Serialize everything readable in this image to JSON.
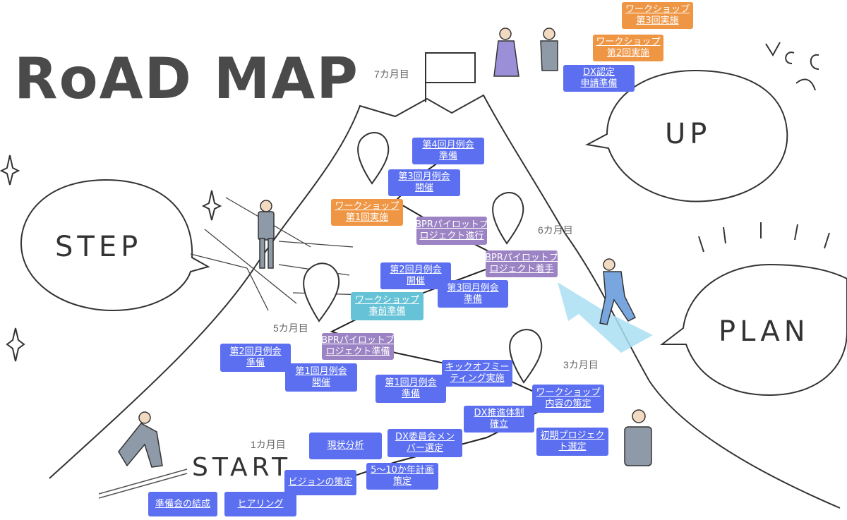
{
  "title": "RoAD MAP",
  "bubbles": {
    "step": "STEP",
    "up": "UP",
    "plan": "PLAN",
    "start": "START"
  },
  "months": {
    "m1": "1カ月目",
    "m3": "3カ月目",
    "m5": "5カ月目",
    "m6": "6カ月目",
    "m7": "7カ月目"
  },
  "colors": {
    "blue": "#5b6ff0",
    "orange": "#ef9645",
    "purple": "#9b83c4",
    "teal": "#66c2d6"
  },
  "steps": {
    "junbikai": {
      "l1": "準備会の結成",
      "l2": ""
    },
    "hearing": {
      "l1": "ヒアリング",
      "l2": ""
    },
    "vision": {
      "l1": "ビジョンの策定",
      "l2": ""
    },
    "genjo": {
      "l1": "現状分析",
      "l2": ""
    },
    "keikaku": {
      "l1": "5～10か年計画",
      "l2": "策定"
    },
    "iinkai": {
      "l1": "DX委員会メン",
      "l2": "バー選定"
    },
    "suishin": {
      "l1": "DX推進体制",
      "l2": "確立"
    },
    "shoki": {
      "l1": "初期プロジェク",
      "l2": "ト選定"
    },
    "ws_naiyo": {
      "l1": "ワークショップ",
      "l2": "内容の策定"
    },
    "kickoff": {
      "l1": "キックオフミー",
      "l2": "ティング実施"
    },
    "reikai1_j": {
      "l1": "第1回月例会",
      "l2": "準備"
    },
    "reikai1_k": {
      "l1": "第1回月例会",
      "l2": "開催"
    },
    "reikai2_j": {
      "l1": "第2回月例会",
      "l2": "準備"
    },
    "bpr_j": {
      "l1": "BPRパイロットプ",
      "l2": "ロジェクト準備"
    },
    "ws_jizen": {
      "l1": "ワークショップ",
      "l2": "事前準備"
    },
    "reikai2_k": {
      "l1": "第2回月例会",
      "l2": "開催"
    },
    "reikai3_j": {
      "l1": "第3回月例会",
      "l2": "準備"
    },
    "bpr_c": {
      "l1": "BPRパイロットプ",
      "l2": "ロジェクト着手"
    },
    "bpr_s": {
      "l1": "BPRパイロットプ",
      "l2": "ロジェクト進行"
    },
    "ws1": {
      "l1": "ワークショップ",
      "l2": "第1回実施"
    },
    "reikai3_k": {
      "l1": "第3回月例会",
      "l2": "開催"
    },
    "reikai4_j": {
      "l1": "第4回月例会",
      "l2": "準備"
    },
    "dx": {
      "l1": "DX認定",
      "l2": "申請準備"
    },
    "ws2": {
      "l1": "ワークショップ",
      "l2": "第2回実施"
    },
    "ws3": {
      "l1": "ワークショップ",
      "l2": "第3回実施"
    }
  }
}
